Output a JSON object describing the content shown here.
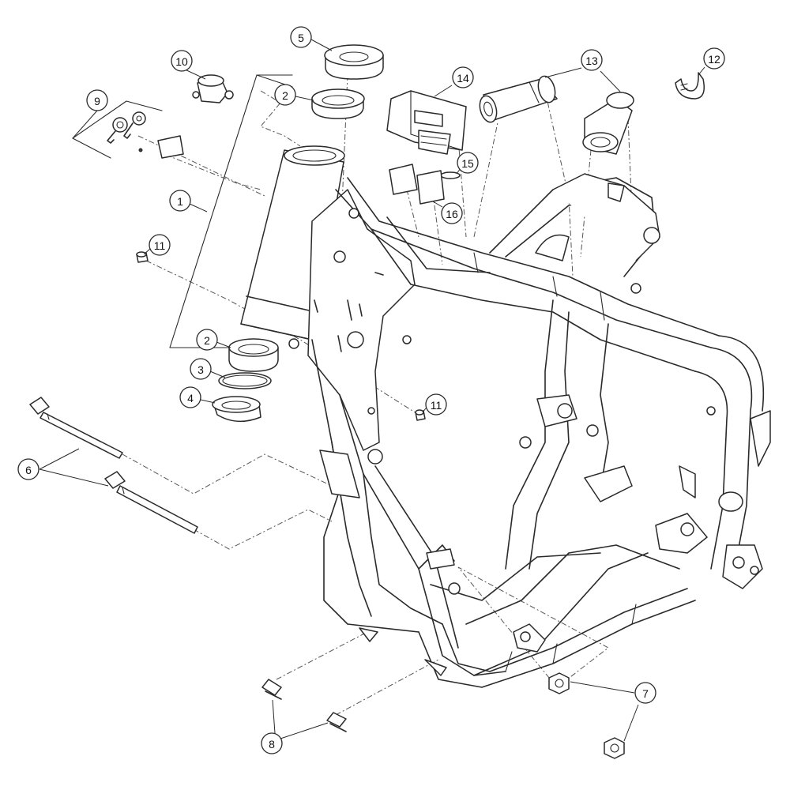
{
  "callouts": [
    {
      "id": "c1",
      "label": "1"
    },
    {
      "id": "c2a",
      "label": "2"
    },
    {
      "id": "c2b",
      "label": "2"
    },
    {
      "id": "c3",
      "label": "3"
    },
    {
      "id": "c4",
      "label": "4"
    },
    {
      "id": "c5",
      "label": "5"
    },
    {
      "id": "c6",
      "label": "6"
    },
    {
      "id": "c7",
      "label": "7"
    },
    {
      "id": "c8",
      "label": "8"
    },
    {
      "id": "c9",
      "label": "9"
    },
    {
      "id": "c10",
      "label": "10"
    },
    {
      "id": "c11a",
      "label": "11"
    },
    {
      "id": "c11b",
      "label": "11"
    },
    {
      "id": "c12",
      "label": "12"
    },
    {
      "id": "c13",
      "label": "13"
    },
    {
      "id": "c14",
      "label": "14"
    },
    {
      "id": "c15",
      "label": "15"
    },
    {
      "id": "c16",
      "label": "16"
    }
  ],
  "colors": {
    "line": "#2a2a2a",
    "background": "#ffffff"
  }
}
